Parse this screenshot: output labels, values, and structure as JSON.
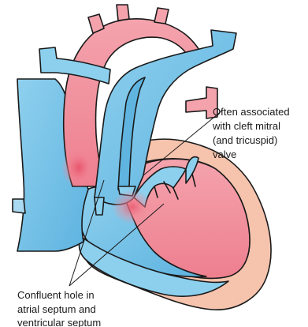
{
  "annotations": {
    "valve_note": {
      "lines": [
        "Often associated",
        "with cleft mitral",
        "(and tricuspid)",
        "valve"
      ]
    },
    "defect_note": {
      "lines": [
        "Confluent hole in",
        "atrial septum and",
        "ventricular septum"
      ]
    }
  },
  "colors": {
    "oxygenated": "#f2909c",
    "oxygenated_light": "#f7b8bf",
    "deoxygenated": "#72c1e8",
    "deoxygenated_light": "#a9daf2",
    "myocardium": "#f6c3ad",
    "hole_glow": "#ee6f82",
    "outline": "#1a1a1a"
  }
}
